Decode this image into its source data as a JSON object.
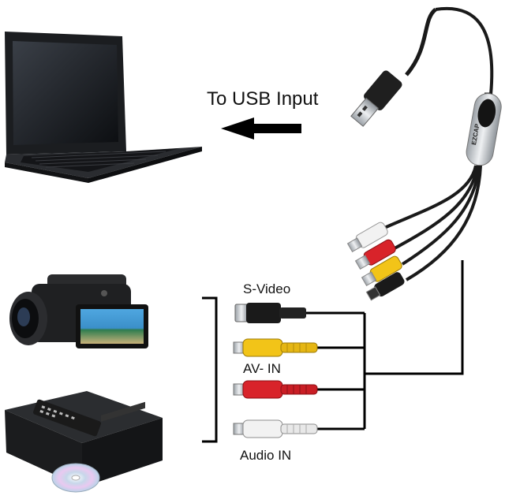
{
  "labels": {
    "usb_input": "To USB Input",
    "s_video": "S-Video",
    "av_in": "AV- IN",
    "audio_in": "Audio IN"
  },
  "device": {
    "brand": "EZCAP"
  },
  "icons": [
    "laptop-icon",
    "camcorder-icon",
    "dvd-player-icon",
    "usb-capture-cable-icon",
    "arrow-left-icon"
  ],
  "colors": {
    "yellow_plug": "#f2c418",
    "red_plug": "#d8232a",
    "white_plug": "#f2f2f2",
    "svideo_plug": "#1a1a1a"
  }
}
